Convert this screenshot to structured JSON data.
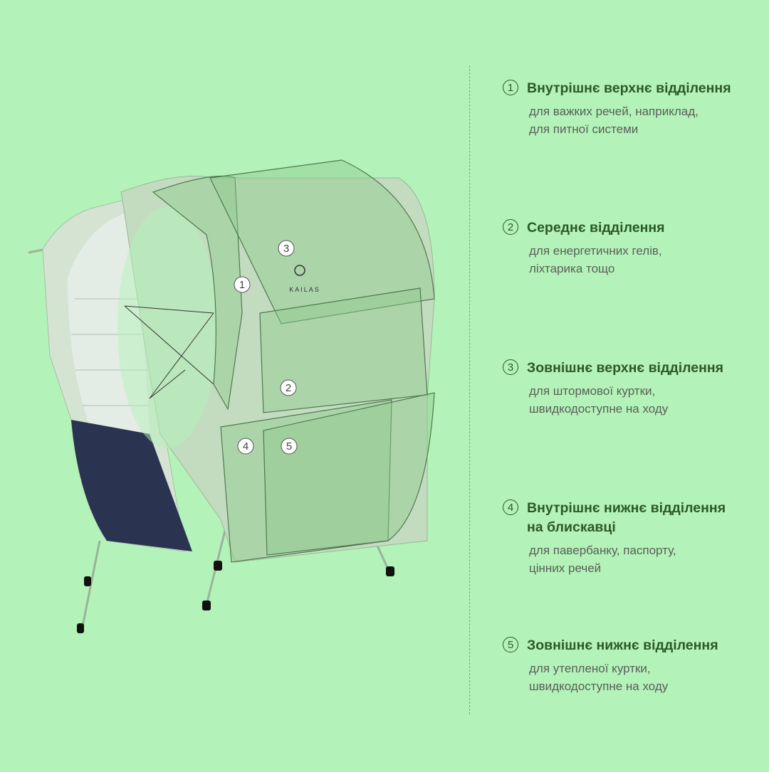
{
  "brand_logo": "KAILAS",
  "callouts": [
    "1",
    "2",
    "3",
    "4",
    "5"
  ],
  "compartments": [
    {
      "number": "1",
      "title_lines": [
        "Внутрішнє верхнє відділення"
      ],
      "desc_lines": [
        "для важких речей, наприклад,",
        "для питної системи"
      ]
    },
    {
      "number": "2",
      "title_lines": [
        "Середнє відділення"
      ],
      "desc_lines": [
        "для енергетичних гелів,",
        "ліхтарика тощо"
      ]
    },
    {
      "number": "3",
      "title_lines": [
        "Зовнішнє верхнє відділення"
      ],
      "desc_lines": [
        "для штормової куртки,",
        "швидкодоступне на ходу"
      ]
    },
    {
      "number": "4",
      "title_lines": [
        "Внутрішнє нижнє відділення",
        "на блискавці"
      ],
      "desc_lines": [
        "для павербанку, паспорту,",
        "цінних речей"
      ]
    },
    {
      "number": "5",
      "title_lines": [
        "Зовнішнє нижнє відділення"
      ],
      "desc_lines": [
        "для утепленої куртки,",
        "швидкодоступне на ходу"
      ]
    }
  ],
  "colors": {
    "background": "#b3f2b8",
    "title": "#2c5a24",
    "desc": "#5a5f5a",
    "panel": "#8fc98f",
    "navy": "#2a3350"
  }
}
